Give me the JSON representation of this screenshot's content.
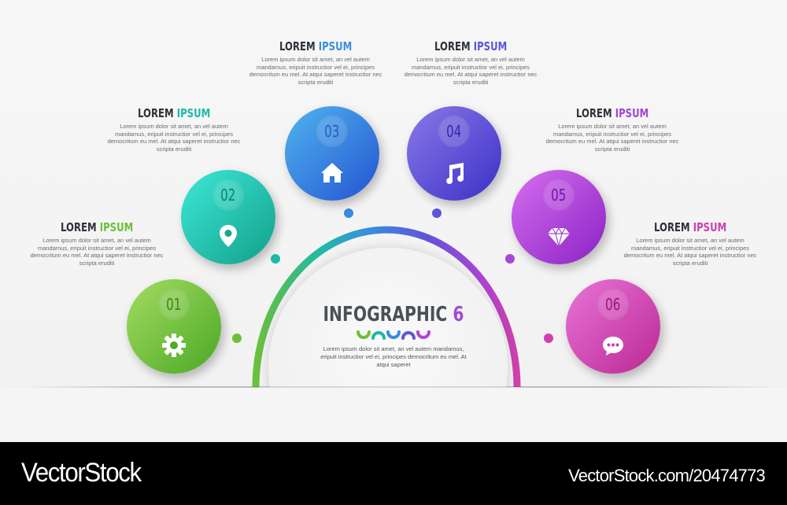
{
  "center": {
    "title_word": "INFOGRAPHIC",
    "title_number": "6",
    "description": "Lorem ipsum dolor sit amet, an vel autem mandamus, eripuit instructior vel ei, principes democritum eu mel. At atqui saperet"
  },
  "steps": [
    {
      "number": "01",
      "icon": "gear-icon",
      "color": "#5cb832",
      "title_a": "LOREM",
      "title_b": "IPSUM",
      "accent": "#6cbf3a",
      "description": "Lorem ipsum dolor sit amet, an vel autem mandamus, eripuit instructior vel ei, principes democritum eu mel. At atqui saperet instructior nec  scripta eruditi"
    },
    {
      "number": "02",
      "icon": "location-pin-icon",
      "color": "#1ab9a5",
      "title_a": "LOREM",
      "title_b": "IPSUM",
      "accent": "#1db8a8",
      "description": "Lorem ipsum dolor sit amet, an vel autem mandamus, eripuit instructior vel ei, principes democritum eu mel. At atqui saperet instructior nec  scripta eruditi"
    },
    {
      "number": "03",
      "icon": "home-icon",
      "color": "#2f7fe0",
      "title_a": "LOREM",
      "title_b": "IPSUM",
      "accent": "#3a8ee0",
      "description": "Lorem ipsum dolor sit amet, an vel autem mandamus, eripuit instructior vel ei, principes democritum eu mel. At atqui saperet instructior nec  scripta eruditi"
    },
    {
      "number": "04",
      "icon": "music-note-icon",
      "color": "#5a4fd8",
      "title_a": "LOREM",
      "title_b": "IPSUM",
      "accent": "#5c55d6",
      "description": "Lorem ipsum dolor sit amet, an vel autem mandamus, eripuit instructior vel ei, principes democritum eu mel. At atqui saperet instructior nec  scripta eruditi"
    },
    {
      "number": "05",
      "icon": "diamond-icon",
      "color": "#a83fd6",
      "title_a": "LOREM",
      "title_b": "IPSUM",
      "accent": "#a544d4",
      "description": "Lorem ipsum dolor sit amet, an vel autem mandamus, eripuit instructior vel ei, principes democritum eu mel. At atqui saperet instructior nec  scripta eruditi"
    },
    {
      "number": "06",
      "icon": "chat-bubble-icon",
      "color": "#cc3fae",
      "title_a": "LOREM",
      "title_b": "IPSUM",
      "accent": "#cc3fb0",
      "description": "Lorem ipsum dolor sit amet, an vel autem mandamus, eripuit instructior vel ei, principes democritum eu mel. At atqui saperet instructior nec  scripta eruditi"
    }
  ],
  "footer": {
    "brand": "VectorStock",
    "url": "VectorStock.com/20474773"
  }
}
